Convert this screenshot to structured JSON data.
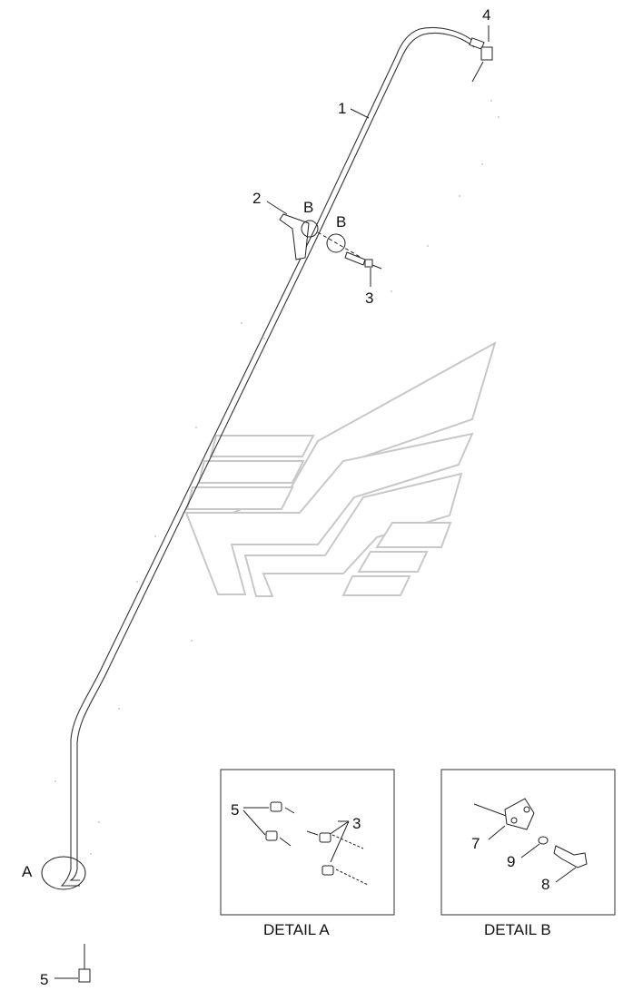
{
  "callouts": {
    "n1": "1",
    "n2": "2",
    "n3": "3",
    "n4": "4",
    "n5": "5",
    "b1": "B",
    "b2": "B",
    "a": "A"
  },
  "detail_a": {
    "caption": "DETAIL A",
    "n5": "5",
    "n3": "3"
  },
  "detail_b": {
    "caption": "DETAIL B",
    "n7": "7",
    "n9": "9",
    "n8": "8"
  },
  "colors": {
    "line": "#222222",
    "watermark": "#c8c8c8",
    "background": "#ffffff"
  }
}
